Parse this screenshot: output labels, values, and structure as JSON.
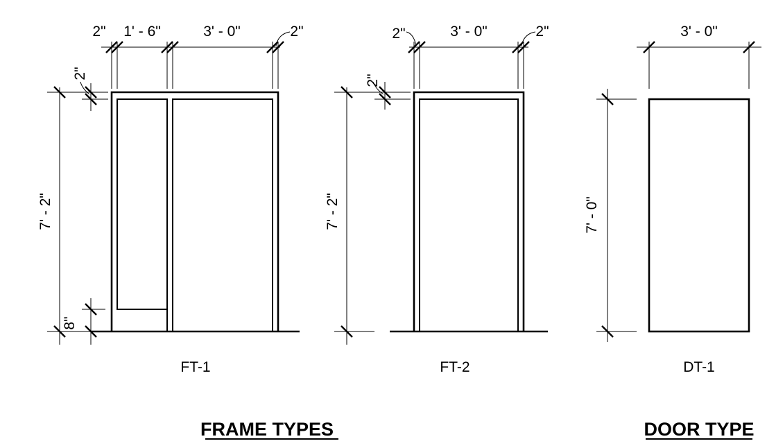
{
  "frames": {
    "ft1": {
      "label": "FT-1",
      "dims": {
        "side": "2\"",
        "sidelite": "1' - 6\"",
        "door": "3' - 0\"",
        "right": "2\"",
        "head": "2\"",
        "height": "7' - 2\"",
        "sill": "8\""
      }
    },
    "ft2": {
      "label": "FT-2",
      "dims": {
        "left": "2\"",
        "door": "3' - 0\"",
        "right": "2\"",
        "head": "2\"",
        "height": "7' - 2\""
      }
    }
  },
  "door": {
    "dt1": {
      "label": "DT-1",
      "dims": {
        "width": "3' - 0\"",
        "height": "7' - 0\""
      }
    }
  },
  "titles": {
    "frame_types": "FRAME TYPES",
    "door_type": "DOOR TYPE"
  }
}
